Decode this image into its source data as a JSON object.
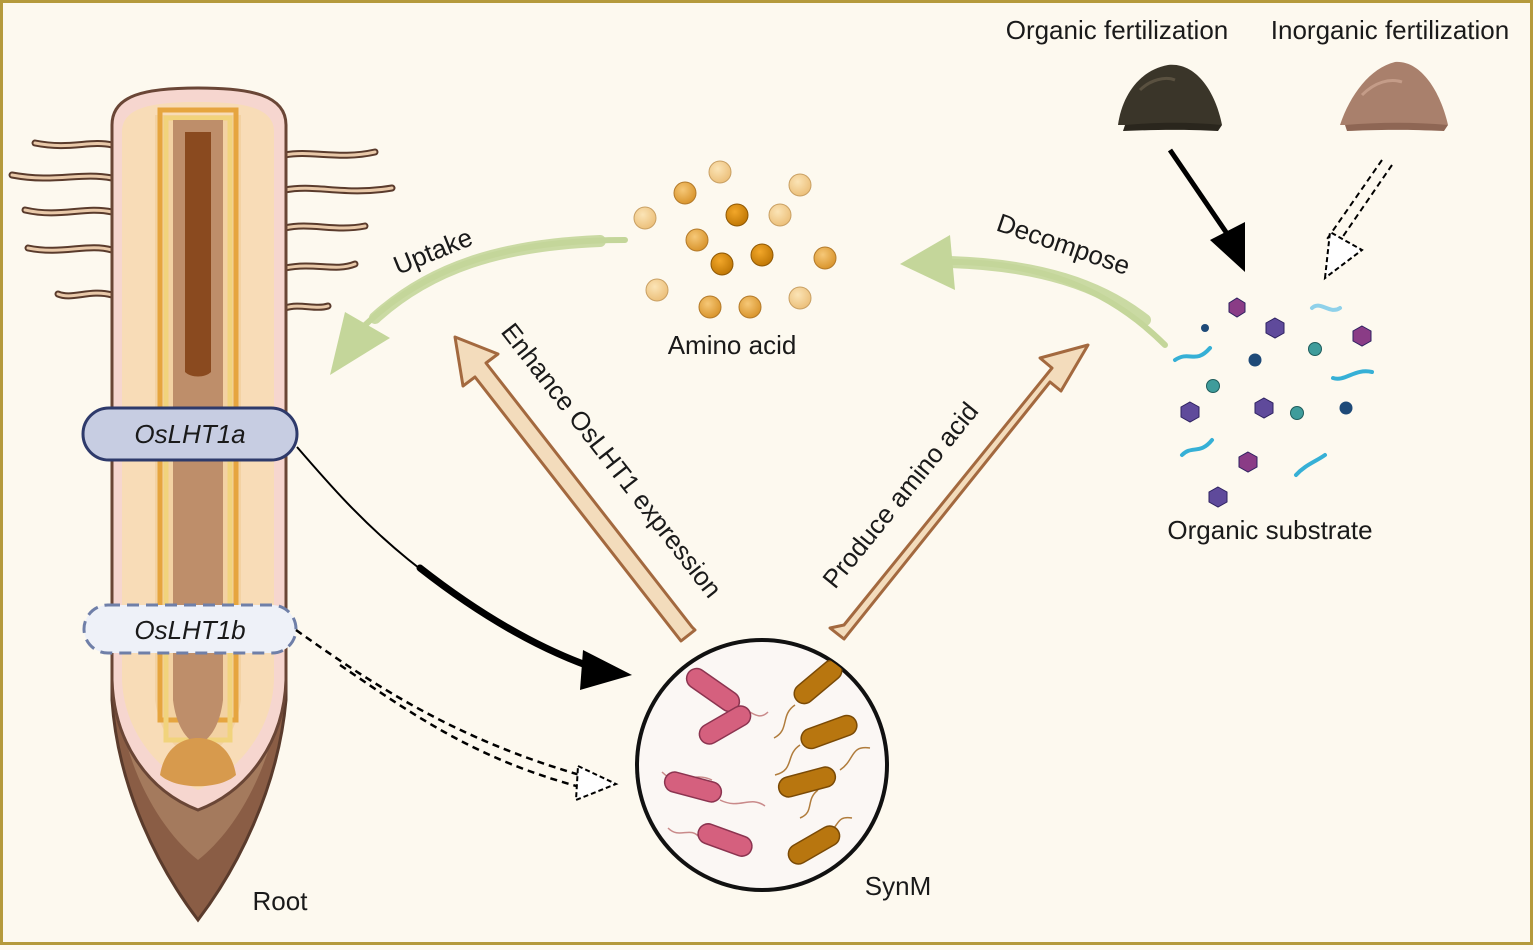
{
  "labels": {
    "organic_fertilization": "Organic fertilization",
    "inorganic_fertilization": "Inorganic fertilization",
    "uptake": "Uptake",
    "decompose": "Decompose",
    "amino_acid": "Amino acid",
    "enhance": "Enhance OsLHT1 expression",
    "produce": "Produce amino acid",
    "organic_substrate": "Organic substrate",
    "root": "Root",
    "synm": "SynM"
  },
  "genes": {
    "a": {
      "prefix": "Os",
      "name": "LHT1a"
    },
    "b": {
      "prefix": "Os",
      "name": "LHT1b"
    }
  },
  "colors": {
    "frame": "#b59a3c",
    "background": "#fdf9ef",
    "green_arrow": "#c4d69a",
    "peach_arrow": "#f3dcbc",
    "peach_arrow_border": "#a3693f",
    "amino_light": "#f1cd8e",
    "amino_mid": "#e6a64a",
    "amino_dark": "#d98a0f",
    "bacteria_pink": "#d5607e",
    "bacteria_orange": "#b8760f",
    "hexagon_purple": "#5f4a9b",
    "hexagon_magenta": "#8a3c86",
    "squiggle_blue": "#36b0d6",
    "dot_teal": "#3f9c9b",
    "dot_navy": "#1e4a78"
  }
}
